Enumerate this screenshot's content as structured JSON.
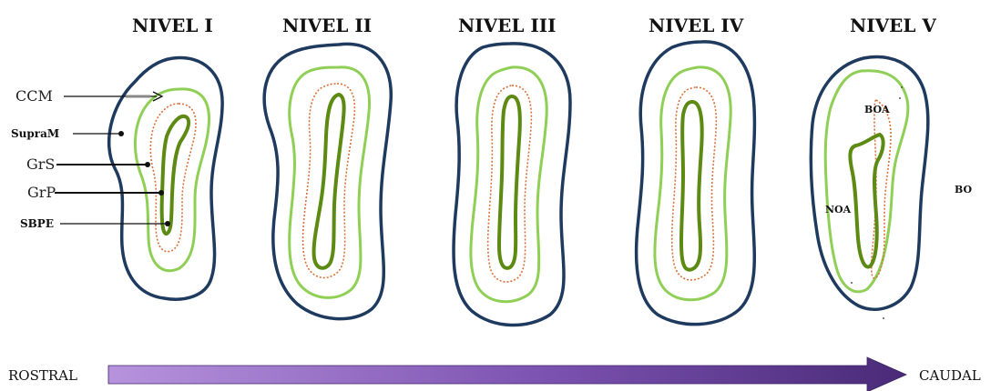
{
  "levels": [
    {
      "title": "NIVEL I"
    },
    {
      "title": "NIVEL II"
    },
    {
      "title": "NIVEL III"
    },
    {
      "title": "NIVEL IV"
    },
    {
      "title": "NIVEL V"
    }
  ],
  "level1_labels": {
    "ccm": "CCM",
    "supram": "SupraM",
    "grs": "GrS",
    "grp": "GrP",
    "sbpe": "SBPE"
  },
  "level5_labels": {
    "boa": "BOA",
    "noa": "NOA",
    "bo": "BO"
  },
  "axis": {
    "left": "ROSTRAL",
    "right": "CAUDAL"
  },
  "colors": {
    "outer": "#1f3a5f",
    "light_green": "#8fcf55",
    "dark_green": "#5c8a12",
    "orange": "#d8703a",
    "arrow_start": "#b48fd6",
    "arrow_end": "#4a2a78",
    "ccm_arrow": "#888888"
  }
}
